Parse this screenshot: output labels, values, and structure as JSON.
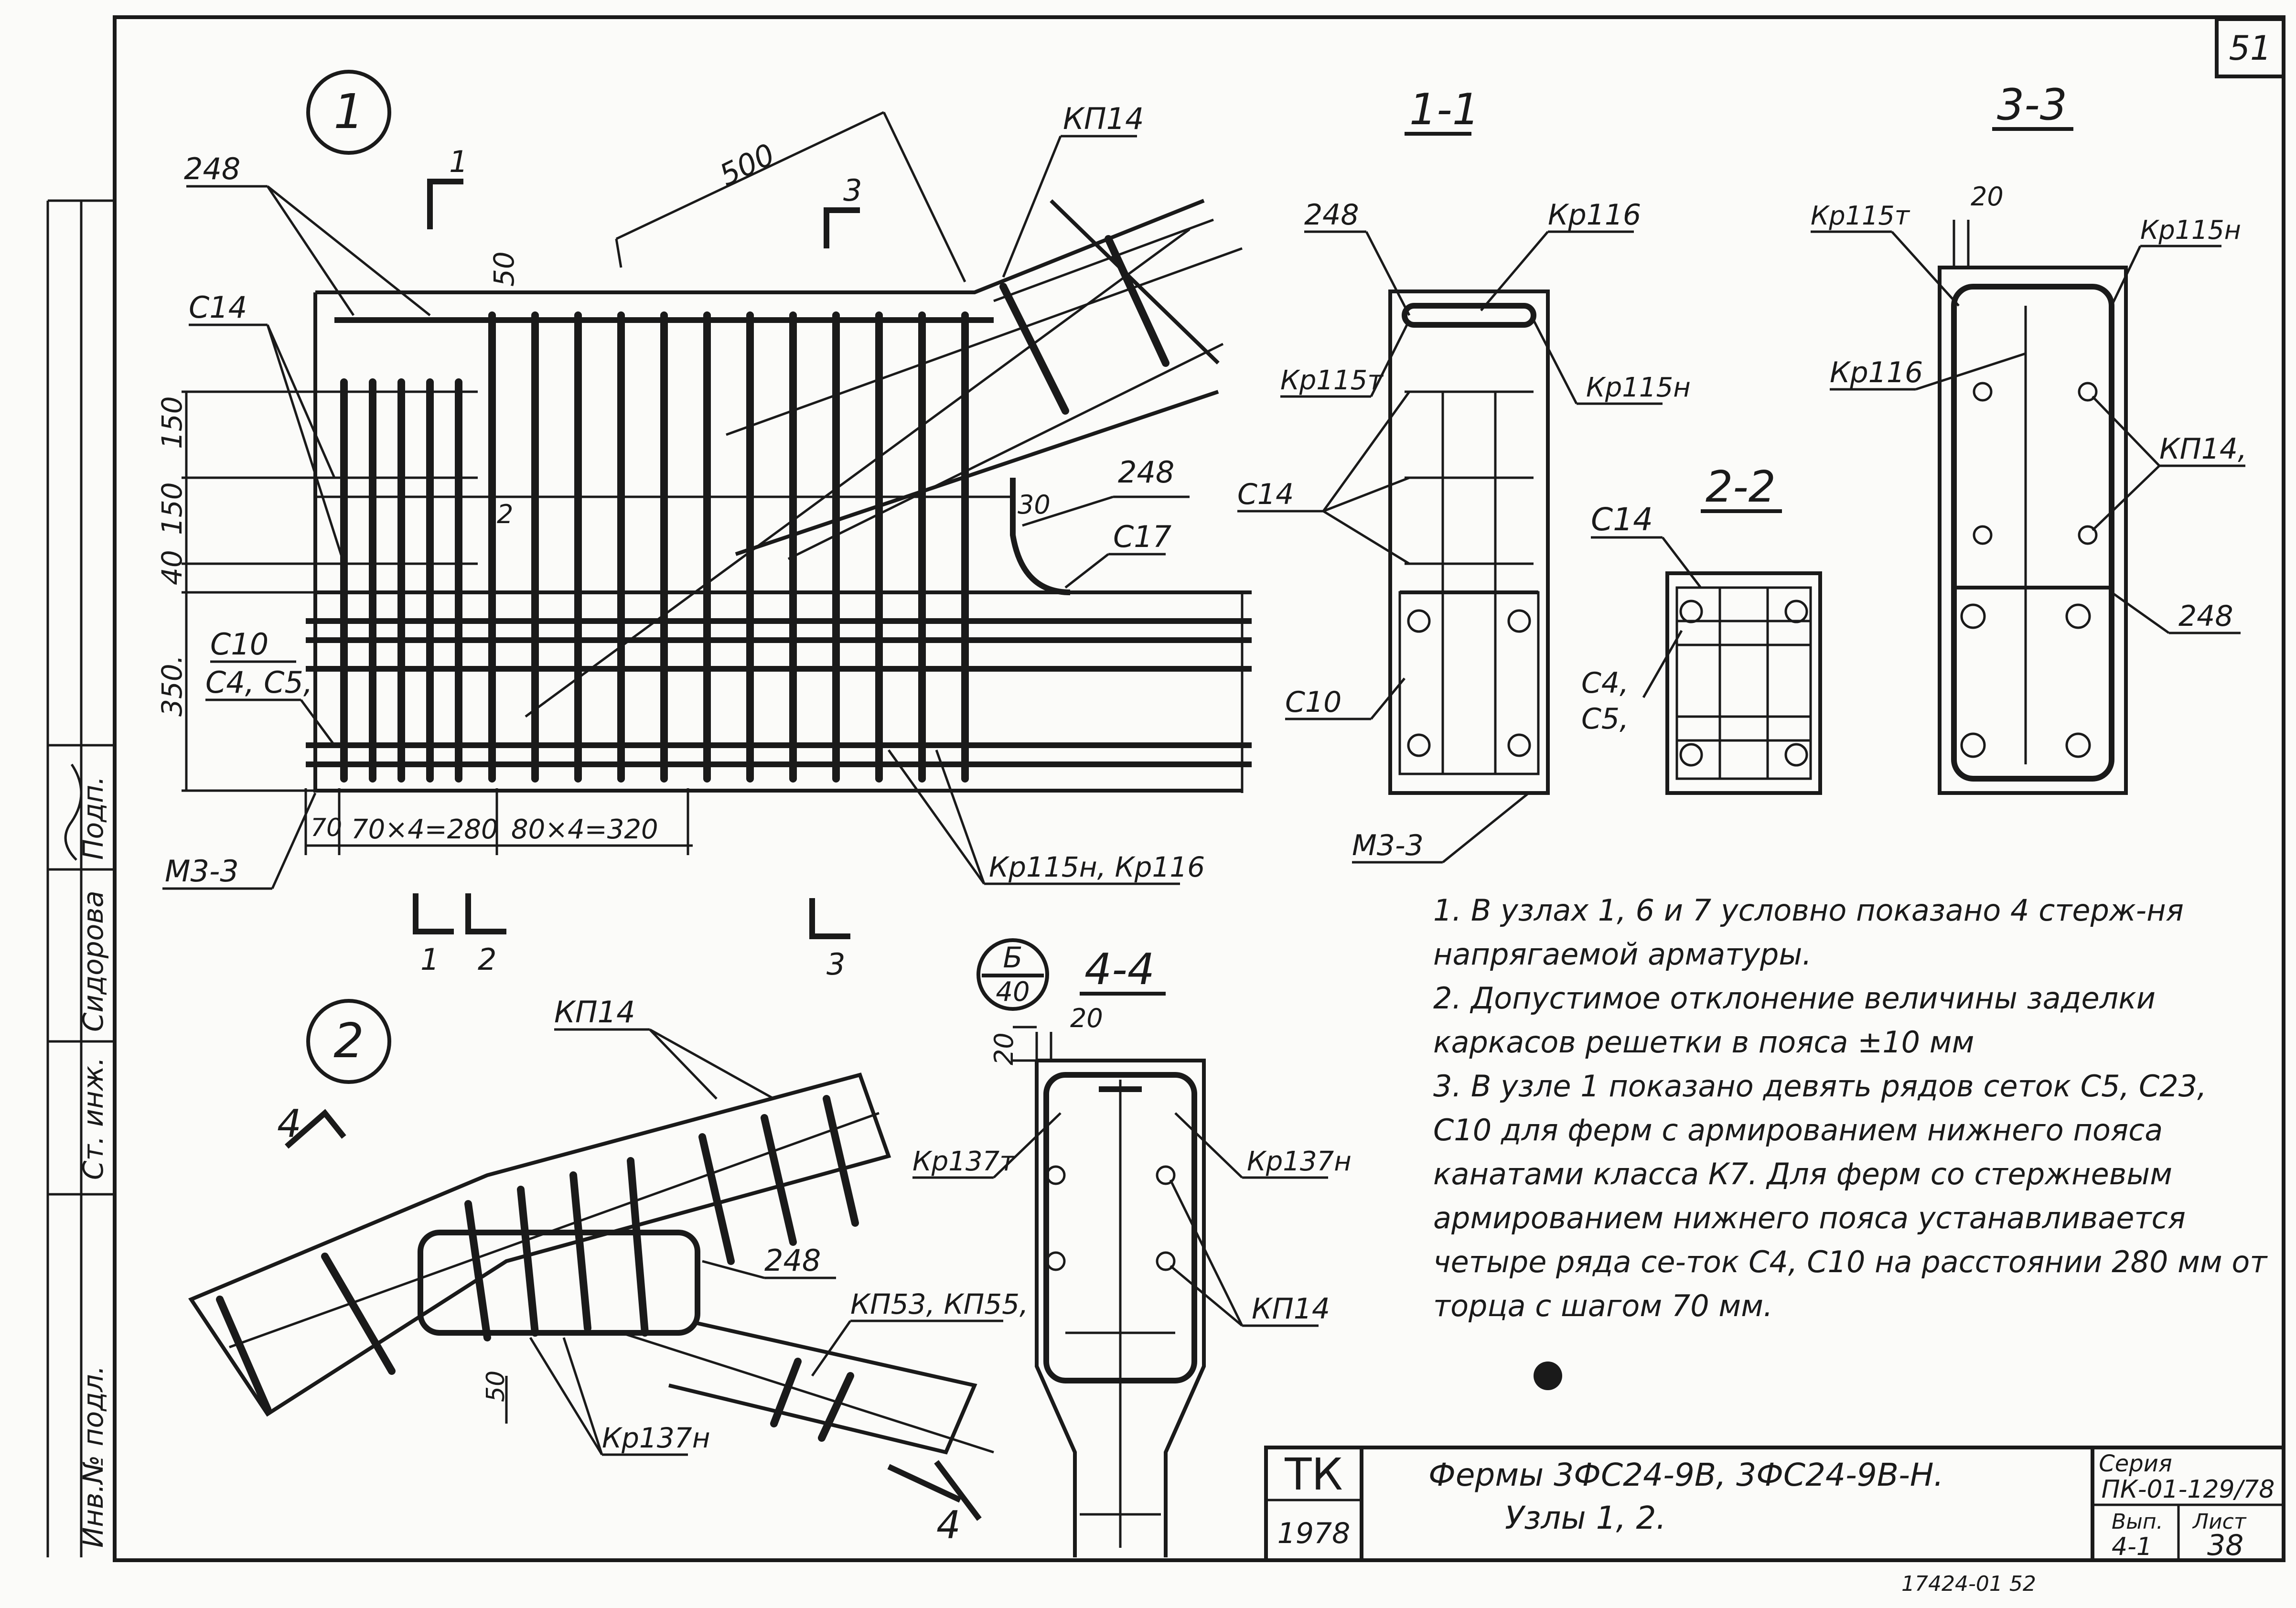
{
  "sheet": {
    "page_number": "51",
    "footer_code": "17424-01  52"
  },
  "stamps": {
    "left_side": [
      "Инв.№ подл.",
      "Ст. инж.",
      "Сидорова",
      "Подп."
    ]
  },
  "views": {
    "node1": {
      "circle_label": "1",
      "dims": [
        "500",
        "50",
        "150",
        "150",
        "40",
        "350.",
        "70",
        "70×4=280",
        "80×4=320",
        "2",
        "30"
      ],
      "labels": [
        "248",
        "КП14",
        "С14",
        "С10",
        "С4, С5,",
        "М3-3",
        "248",
        "С17",
        "Кр115н, Кр116"
      ],
      "section_marks": [
        "1",
        "3",
        "1",
        "2",
        "3"
      ]
    },
    "node2": {
      "circle_label": "2",
      "dims": [
        "50"
      ],
      "labels": [
        "КП14",
        "248",
        "КП53, КП55,",
        "Кр137н"
      ],
      "section_marks": [
        "4",
        "4"
      ]
    },
    "section_1_1": {
      "title": "1-1",
      "labels": [
        "248",
        "Кр116",
        "Кр115т",
        "Кр115н",
        "С14",
        "С10",
        "М3-3"
      ]
    },
    "section_2_2": {
      "title": "2-2",
      "labels": [
        "С14",
        "С4,",
        "С5,"
      ]
    },
    "section_3_3": {
      "title": "3-3",
      "labels": [
        "20",
        "Кр115т",
        "Кр115н",
        "Кр116",
        "КП14,",
        "248"
      ]
    },
    "section_4_4": {
      "title": "4-4",
      "callout_top": "Б",
      "callout_bottom": "40",
      "labels": [
        "20",
        "20",
        "Кр137т",
        "Кр137н",
        "КП14"
      ]
    }
  },
  "notes": [
    "1. В узлах 1, 6 и 7 условно показано 4 стерж-ня напрягаемой арматуры.",
    "2. Допустимое отклонение величины заделки каркасов решетки в пояса ±10 мм",
    "3. В узле 1 показано девять рядов сеток С5, С23, С10 для ферм с армированием нижнего пояса канатами класса К7. Для ферм со стержневым армированием нижнего пояса устанавливается четыре ряда се-ток С4, С10 на расстоянии 280 мм от торца с шагом 70 мм."
  ],
  "title_block": {
    "org": "ТК",
    "year": "1978",
    "title_line1": "Фермы 3ФС24-9В, 3ФС24-9В-Н.",
    "title_line2": "Узлы 1, 2.",
    "series_label": "Серия",
    "series_value": "ПК-01-129/78",
    "issue_label": "Вып.",
    "issue_value": "4-1",
    "sheet_label": "Лист",
    "sheet_value": "38"
  }
}
